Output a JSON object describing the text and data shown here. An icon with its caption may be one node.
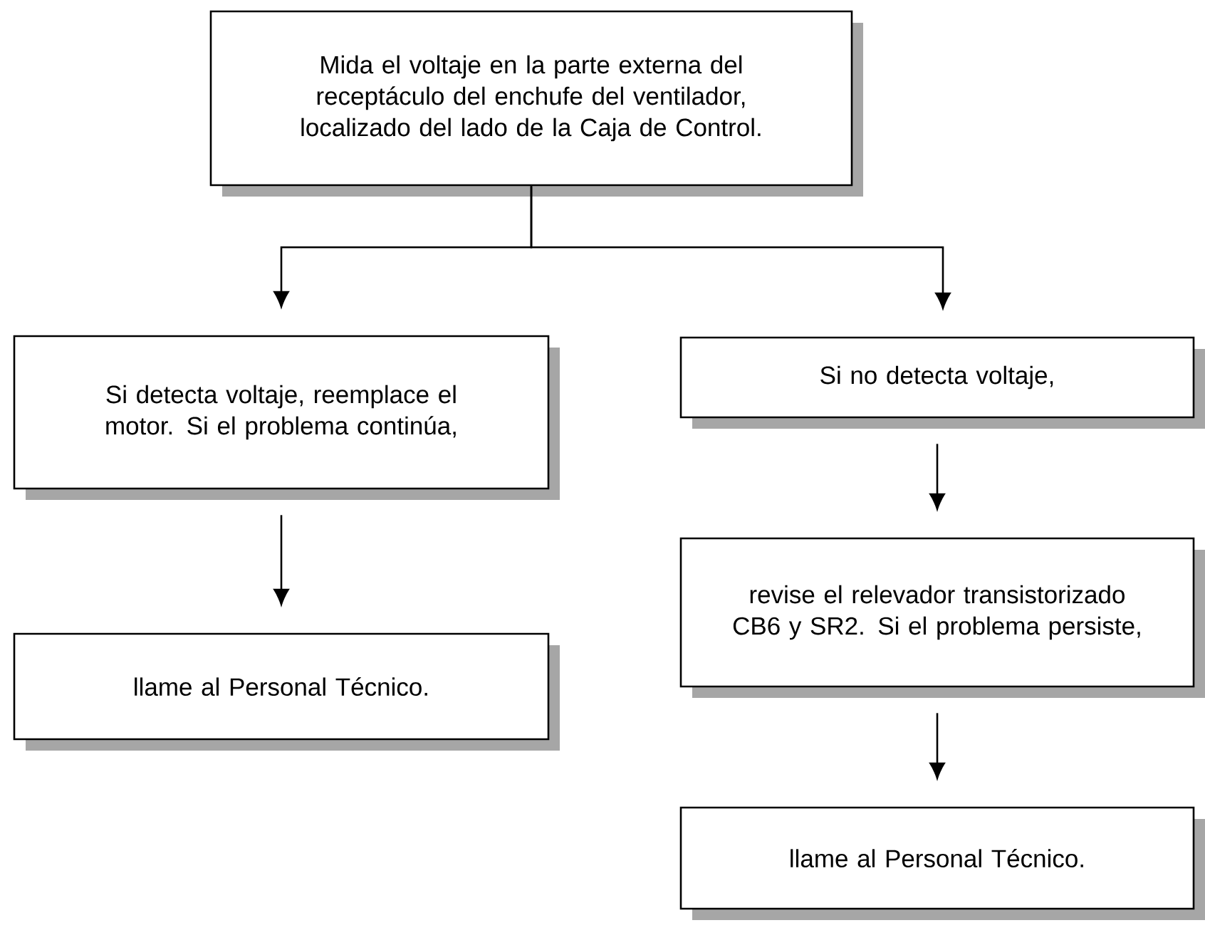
{
  "diagram": {
    "nodes": [
      {
        "text": [
          "Mida el voltaje en la parte externa del receptáculo del enchufe del ventilador, localizado del lado de la Caja de Control."
        ]
      },
      {
        "text": [
          "Si detecta voltaje, reemplace el motor. Si el problema continúa,"
        ]
      },
      {
        "text": [
          "llame al Personal Técnico."
        ]
      },
      {
        "text": [
          "Si no detecta voltaje,"
        ]
      },
      {
        "text": [
          "revise el relevador transistorizado CB6 y SR2. Si el problema persiste,"
        ]
      },
      {
        "text": [
          "llame al Personal Técnico."
        ]
      }
    ],
    "edges": [
      {
        "from": 0,
        "to": 1,
        "arrow": "to"
      },
      {
        "from": 0,
        "to": 3,
        "arrow": "to"
      },
      {
        "from": 1,
        "to": 2,
        "arrow": "to"
      },
      {
        "from": 3,
        "to": 4,
        "arrow": "to"
      },
      {
        "from": 4,
        "to": 5,
        "arrow": "to"
      }
    ]
  }
}
